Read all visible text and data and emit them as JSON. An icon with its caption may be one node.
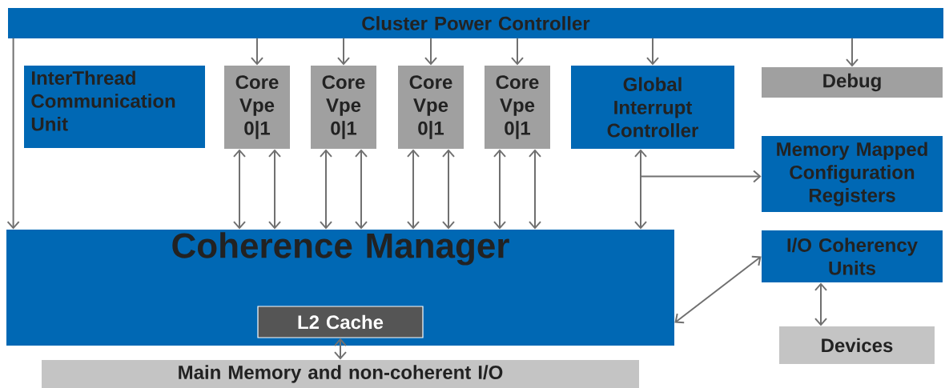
{
  "diagram": {
    "nodes": [
      {
        "text": [
          "Cluster Power Controller"
        ]
      },
      {
        "text": [
          "InterThread Communication Unit"
        ]
      },
      {
        "text": [
          "Core Vpe 0|1"
        ]
      },
      {
        "text": [
          "Core Vpe 0|1"
        ]
      },
      {
        "text": [
          "Core Vpe 0|1"
        ]
      },
      {
        "text": [
          "Core Vpe 0|1"
        ]
      },
      {
        "text": [
          "Global Interrupt Controller"
        ]
      },
      {
        "text": [
          "Debug"
        ]
      },
      {
        "text": [
          "Memory Mapped Configuration Registers"
        ]
      },
      {
        "text": [
          "Coherence Manager"
        ]
      },
      {
        "text": [
          "L2 Cache"
        ],
        "in": 9
      },
      {
        "text": [
          "I/O Coherency Units"
        ]
      },
      {
        "text": [
          "Devices"
        ]
      },
      {
        "text": [
          "Main Memory and non-coherent I/O"
        ]
      }
    ],
    "edges": [
      {
        "from": 0,
        "to": 9,
        "arrow": "to"
      },
      {
        "from": 0,
        "to": 2,
        "arrow": "to"
      },
      {
        "from": 0,
        "to": 3,
        "arrow": "to"
      },
      {
        "from": 0,
        "to": 4,
        "arrow": "to"
      },
      {
        "from": 0,
        "to": 5,
        "arrow": "to"
      },
      {
        "from": 0,
        "to": 6,
        "arrow": "to"
      },
      {
        "from": 0,
        "to": 7,
        "arrow": "to"
      },
      {
        "from": 2,
        "to": 9,
        "arrow": "both"
      },
      {
        "from": 2,
        "to": 9,
        "arrow": "both"
      },
      {
        "from": 3,
        "to": 9,
        "arrow": "both"
      },
      {
        "from": 3,
        "to": 9,
        "arrow": "both"
      },
      {
        "from": 4,
        "to": 9,
        "arrow": "both"
      },
      {
        "from": 4,
        "to": 9,
        "arrow": "both"
      },
      {
        "from": 5,
        "to": 9,
        "arrow": "both"
      },
      {
        "from": 5,
        "to": 9,
        "arrow": "both"
      },
      {
        "from": 6,
        "to": 9,
        "arrow": "both"
      },
      {
        "from": 6,
        "to": 8,
        "arrow": "both"
      },
      {
        "from": 9,
        "to": 11,
        "arrow": "both"
      },
      {
        "from": 11,
        "to": 12,
        "arrow": "both"
      },
      {
        "from": 10,
        "to": 13,
        "arrow": "both"
      }
    ]
  }
}
